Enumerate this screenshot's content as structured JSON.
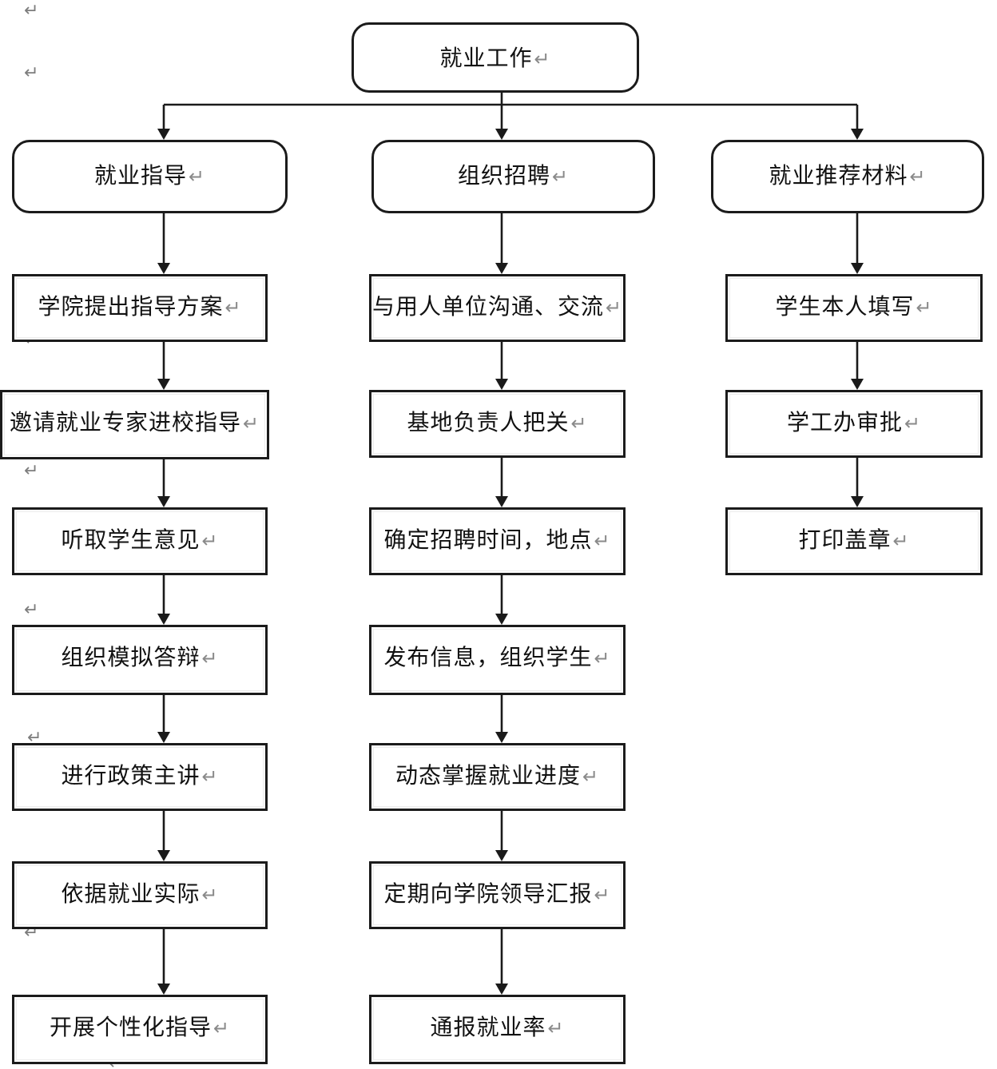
{
  "document": {
    "return_mark": "↵"
  },
  "flowchart": {
    "root": "就业工作",
    "branches": {
      "guidance": "就业指导",
      "recruitment": "组织招聘",
      "materials": "就业推荐材料"
    },
    "columns": {
      "guidance": [
        "学院提出指导方案",
        "邀请就业专家进校指导",
        "听取学生意见",
        "组织模拟答辩",
        "进行政策主讲",
        "依据就业实际",
        "开展个性化指导"
      ],
      "recruitment": [
        "与用人单位沟通、交流",
        "基地负责人把关",
        "确定招聘时间，地点",
        "发布信息，组织学生",
        "动态掌握就业进度",
        "定期向学院领导汇报",
        "通报就业率"
      ],
      "materials": [
        "学生本人填写",
        "学工办审批",
        "打印盖章"
      ]
    }
  }
}
